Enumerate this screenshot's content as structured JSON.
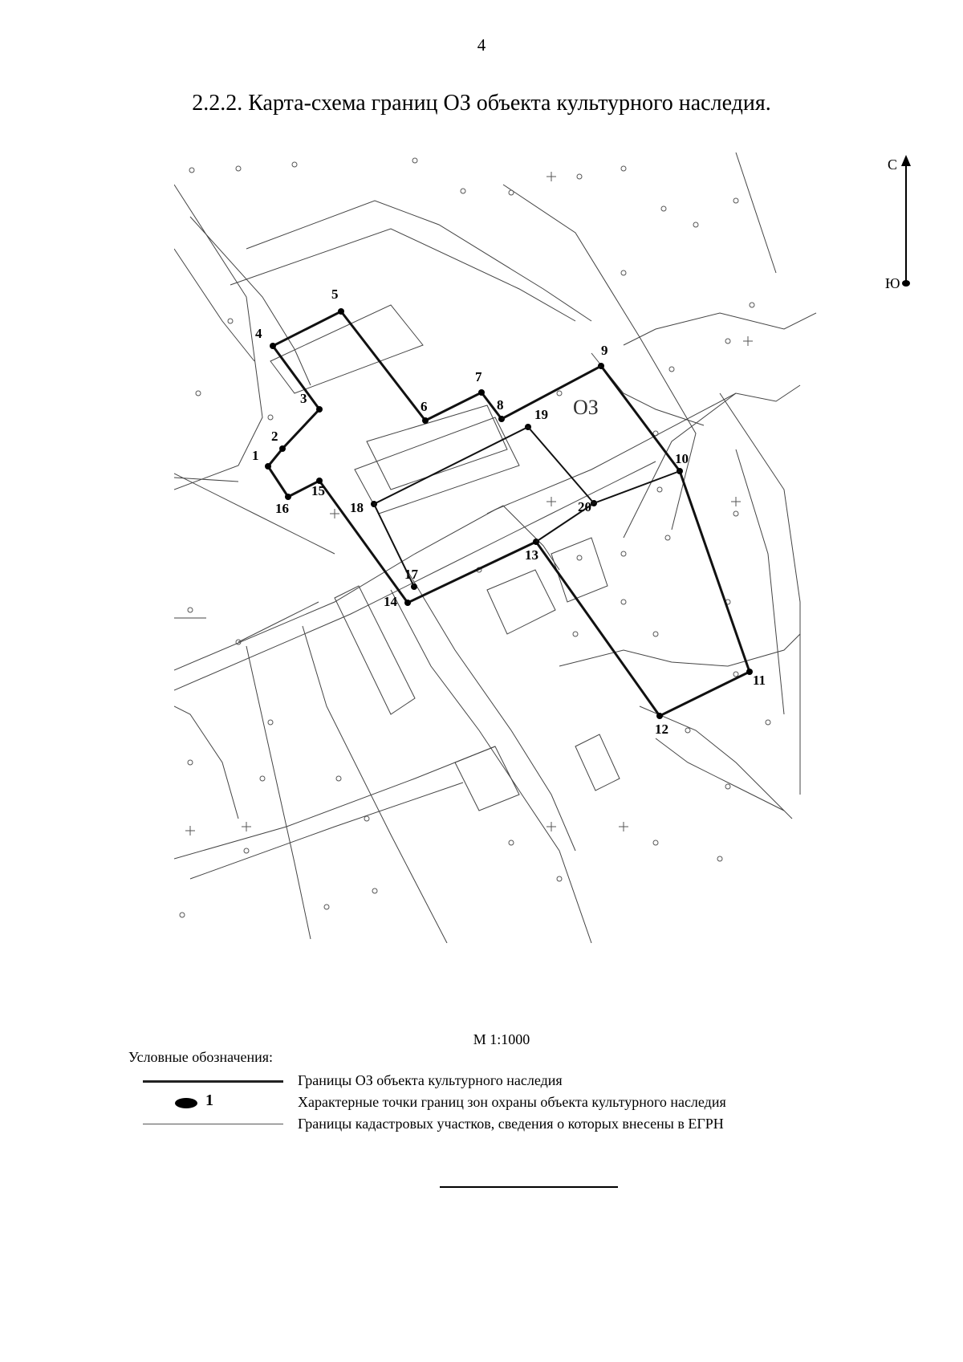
{
  "page_number": "4",
  "title": "2.2.2. Карта-схема границ ОЗ объекта культурного наследия.",
  "map": {
    "north_label": "С",
    "south_label": "Ю",
    "zone_label": "ОЗ",
    "points": [
      {
        "label": "1"
      },
      {
        "label": "2"
      },
      {
        "label": "3"
      },
      {
        "label": "4"
      },
      {
        "label": "5"
      },
      {
        "label": "6"
      },
      {
        "label": "7"
      },
      {
        "label": "8"
      },
      {
        "label": "9"
      },
      {
        "label": "10"
      },
      {
        "label": "11"
      },
      {
        "label": "12"
      },
      {
        "label": "13"
      },
      {
        "label": "14"
      },
      {
        "label": "15"
      },
      {
        "label": "16"
      },
      {
        "label": "17"
      },
      {
        "label": "18"
      },
      {
        "label": "19"
      },
      {
        "label": "20"
      }
    ]
  },
  "scale": "М 1:1000",
  "legend": {
    "title": "Условные обозначения:",
    "items": [
      {
        "symbol": "thick-line",
        "text": "Границы ОЗ объекта культурного наследия"
      },
      {
        "symbol": "point",
        "symbol_label": "1",
        "text": "Характерные точки границ зон охраны объекта культурного наследия"
      },
      {
        "symbol": "thin-line",
        "text": "Границы кадастровых участков, сведения о которых внесены в ЕГРН"
      }
    ]
  }
}
